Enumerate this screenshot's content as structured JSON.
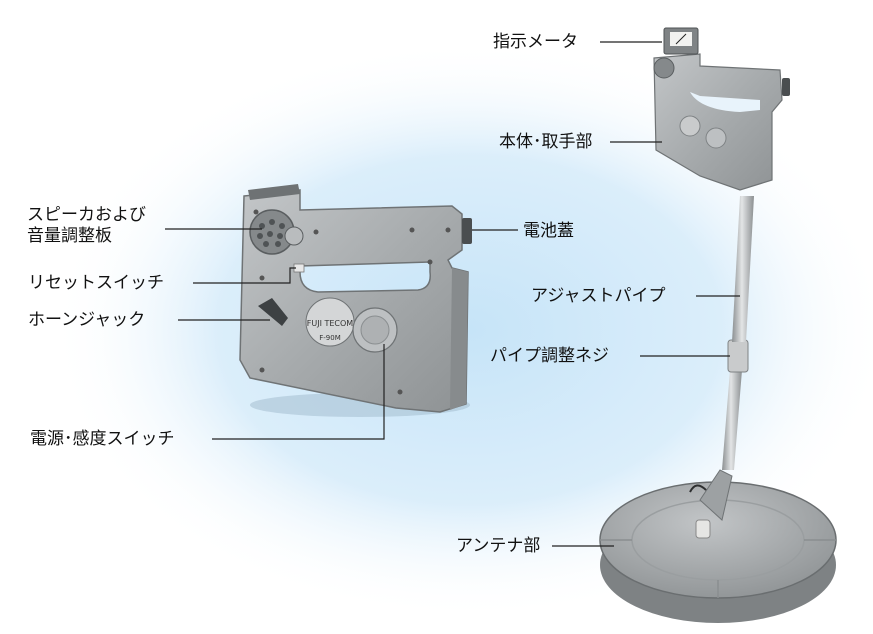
{
  "labels": {
    "indicator_meter": "指示メータ",
    "body_handle": "本体･取手部",
    "speaker_line1": "スピーカおよび",
    "speaker_line2": "音量調整板",
    "battery_cover": "電池蓋",
    "reset_switch": "リセットスイッチ",
    "adjust_pipe": "アジャストパイプ",
    "horn_jack": "ホーンジャック",
    "pipe_screw": "パイプ調整ネジ",
    "power_switch": "電源･感度スイッチ",
    "antenna": "アンテナ部"
  },
  "device_markings": {
    "brand": "FUJI TECOM",
    "model": "F-90M"
  },
  "colors": {
    "glow": "#bfe0f7",
    "device_body": "#a9adaf",
    "device_shadow": "#7d8284",
    "leader_line": "#222222"
  }
}
